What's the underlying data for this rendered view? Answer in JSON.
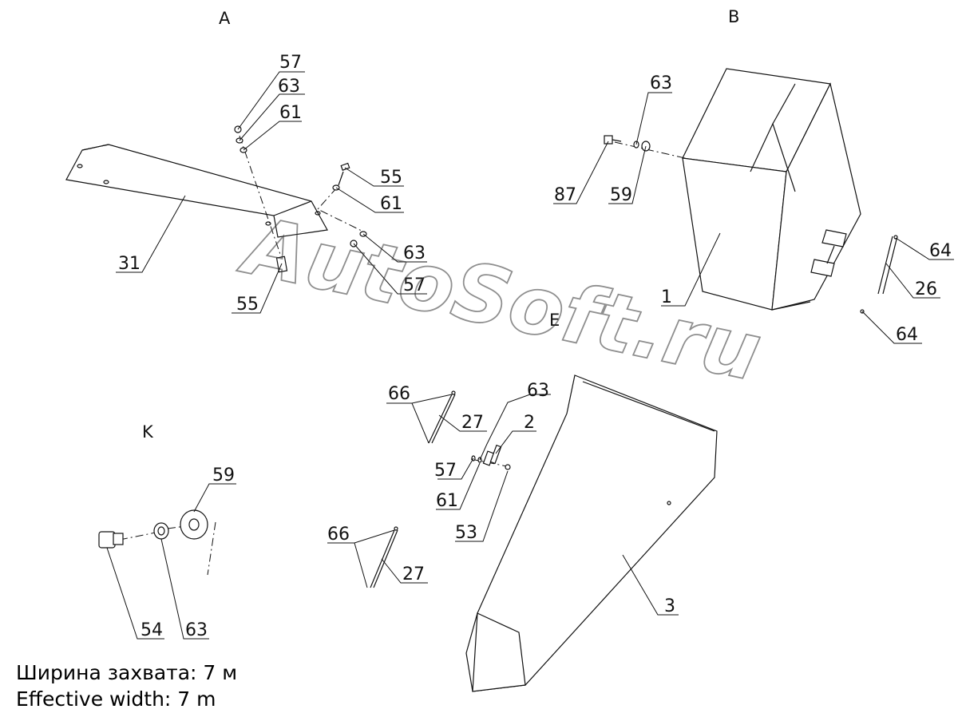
{
  "views": [
    "A",
    "B",
    "E",
    "K"
  ],
  "callouts": {
    "a57": "57",
    "a63": "63",
    "a61": "61",
    "a55": "55",
    "a61b": "61",
    "a63b": "63",
    "a57b": "57",
    "a31": "31",
    "a55b": "55",
    "b63": "63",
    "b87": "87",
    "b59": "59",
    "b1": "1",
    "b64": "64",
    "b26": "26",
    "b64b": "64",
    "e66": "66",
    "e27": "27",
    "e63": "63",
    "e2": "2",
    "e57": "57",
    "e61": "61",
    "e53": "53",
    "e66b": "66",
    "e27b": "27",
    "e3": "3",
    "k59": "59",
    "k54": "54",
    "k63": "63"
  },
  "watermark": "AutoSoft.ru",
  "caption": {
    "ru": "Ширина захвата: 7 м",
    "en": "Effective width: 7 m"
  }
}
